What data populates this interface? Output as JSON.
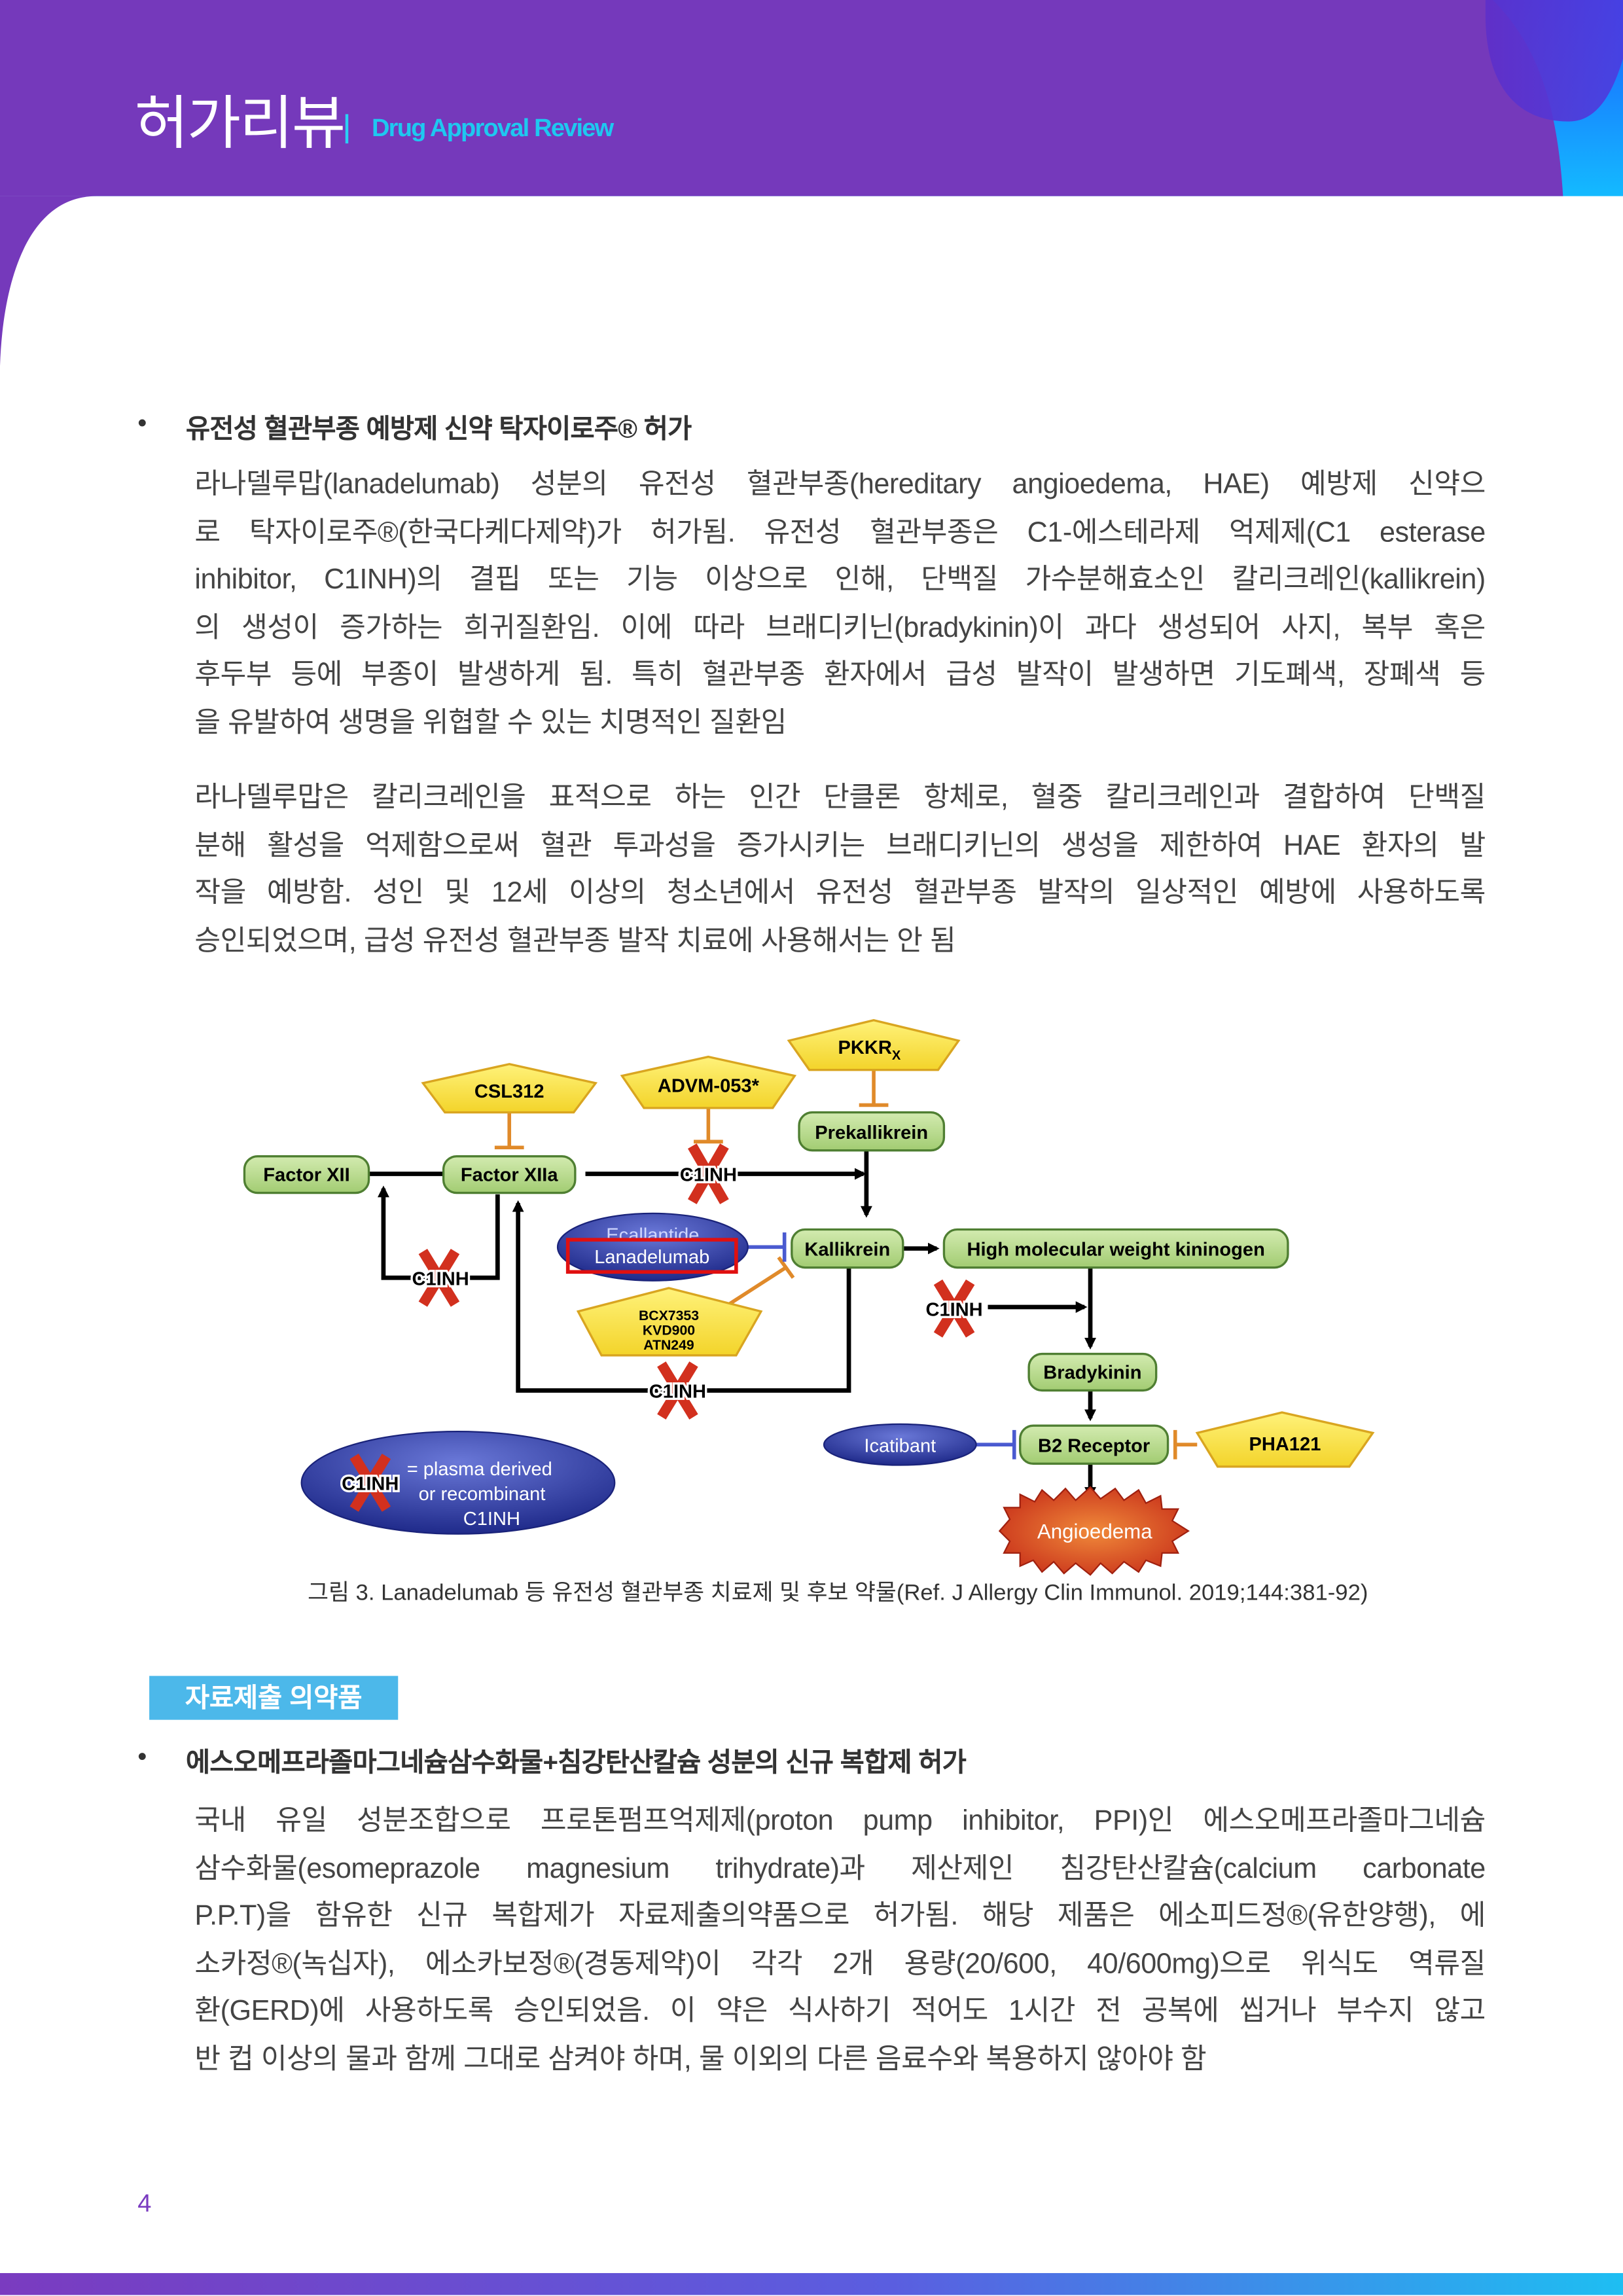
{
  "header": {
    "title_ko": "허가리뷰",
    "title_en": "Drug Approval Review",
    "colors": {
      "purple": "#7539BB",
      "cyan": "#1EC8F0"
    }
  },
  "section1": {
    "bullet_title": "유전성 혈관부종 예방제 신약 탁자이로주® 허가",
    "paragraphs": [
      {
        "lines": [
          "라나델루맙(lanadelumab) 성분의 유전성 혈관부종(hereditary angioedema, HAE) 예방제 신약으",
          "로 탁자이로주®(한국다케다제약)가 허가됨. 유전성 혈관부종은 C1-에스테라제 억제제(C1 esterase",
          "inhibitor, C1INH)의 결핍 또는 기능 이상으로 인해, 단백질 가수분해효소인 칼리크레인(kallikrein)",
          "의 생성이 증가하는 희귀질환임. 이에 따라 브래디키닌(bradykinin)이 과다 생성되어 사지, 복부 혹은",
          "후두부 등에 부종이 발생하게 됨. 특히 혈관부종 환자에서 급성 발작이 발생하면 기도폐색, 장폐색 등",
          "을 유발하여 생명을 위협할 수 있는 치명적인 질환임"
        ]
      },
      {
        "lines": [
          "라나델루맙은 칼리크레인을 표적으로 하는 인간 단클론 항체로, 혈중 칼리크레인과 결합하여 단백질",
          "분해 활성을 억제함으로써 혈관 투과성을 증가시키는 브래디키닌의 생성을 제한하여 HAE 환자의 발",
          "작을 예방함. 성인 및 12세 이상의 청소년에서 유전성 혈관부종 발작의 일상적인 예방에 사용하도록",
          "승인되었으며, 급성 유전성 혈관부종 발작 치료에 사용해서는 안 됨"
        ]
      }
    ]
  },
  "figure": {
    "nodes": {
      "factor_xii": "Factor XII",
      "factor_xiia": "Factor XIIa",
      "prekallikrein": "Prekallikrein",
      "kallikrein": "Kallikrein",
      "hmwk": "High molecular weight kininogen",
      "bradykinin": "Bradykinin",
      "b2_receptor": "B2 Receptor",
      "angioedema": "Angioedema"
    },
    "drugs": {
      "csl312": "CSL312",
      "advm053": "ADVM-053*",
      "pkkrx": "PKKR",
      "pkkrx_sub": "X",
      "ecallantide": "Ecallantide",
      "lanadelumab": "Lanadelumab",
      "bcx": [
        "BCX7353",
        "KVD900",
        "ATN249"
      ],
      "icatibant": "Icatibant",
      "pha121": "PHA121"
    },
    "c1inh": "C1INH",
    "legend": [
      "= plasma derived",
      "or recombinant",
      "C1INH"
    ],
    "caption": "그림 3. Lanadelumab 등 유전성 혈관부종 치료제 및 후보 약물(Ref. J Allergy Clin Immunol. 2019;144:381-92)"
  },
  "tag": "자료제출 의약품",
  "section2": {
    "bullet_title": "에스오메프라졸마그네슘삼수화물+침강탄산칼슘 성분의 신규 복합제 허가",
    "paragraphs": [
      {
        "lines": [
          "국내 유일 성분조합으로 프로톤펌프억제제(proton pump inhibitor, PPI)인 에스오메프라졸마그네슘",
          "삼수화물(esomeprazole magnesium trihydrate)과 제산제인 침강탄산칼슘(calcium carbonate",
          "P.P.T)을 함유한 신규 복합제가 자료제출의약품으로 허가됨. 해당 제품은 에소피드정®(유한양행), 에",
          "소카정®(녹십자), 에소카보정®(경동제약)이 각각 2개 용량(20/600, 40/600mg)으로 위식도 역류질",
          "환(GERD)에 사용하도록 승인되었음. 이 약은 식사하기 적어도 1시간 전 공복에 씹거나 부수지 않고",
          "반 컵 이상의 물과 함께 그대로 삼켜야 하며, 물 이외의 다른 음료수와 복용하지 않아야 함"
        ]
      }
    ]
  },
  "page_number": "4"
}
